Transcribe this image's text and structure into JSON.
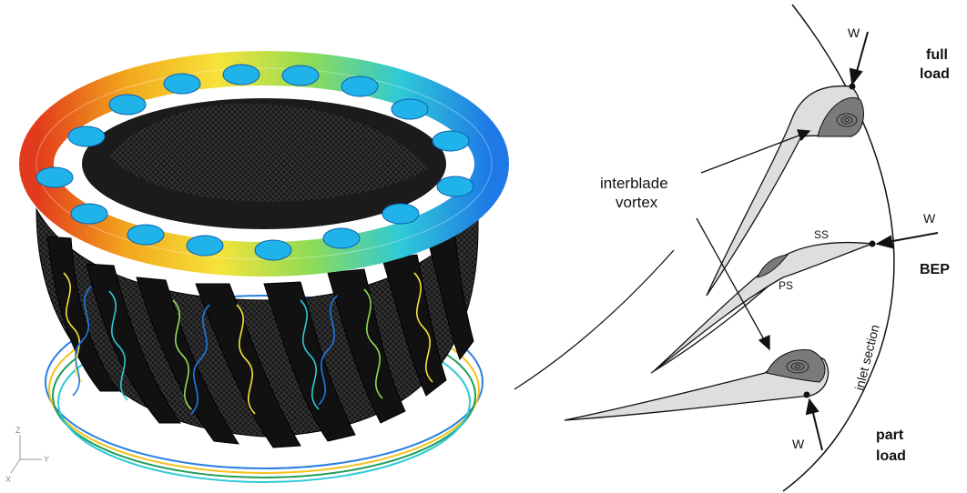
{
  "left_figure": {
    "axis_triad": {
      "z": "Z",
      "y": "Y",
      "x": "X"
    },
    "colors": {
      "blade": "#161616",
      "mesh": "#5a5a5a",
      "ribbon": [
        "#e23a1c",
        "#f2a81d",
        "#f6e33a",
        "#8fdc55",
        "#2fc9d8",
        "#1e78e6"
      ],
      "vortex_core": "#1fb3ea"
    }
  },
  "right_diagram": {
    "labels": {
      "full_load": [
        "full",
        "load"
      ],
      "bep": "BEP",
      "part_load": [
        "part",
        "load"
      ],
      "inlet_section": "inlet section",
      "interblade_vortex": [
        "interblade",
        "vortex"
      ],
      "ss": "SS",
      "ps": "PS",
      "w_top": "W",
      "w_mid": "W",
      "w_bottom": "W"
    },
    "colors": {
      "blade_fill": "#dedede",
      "line": "#111111"
    }
  }
}
